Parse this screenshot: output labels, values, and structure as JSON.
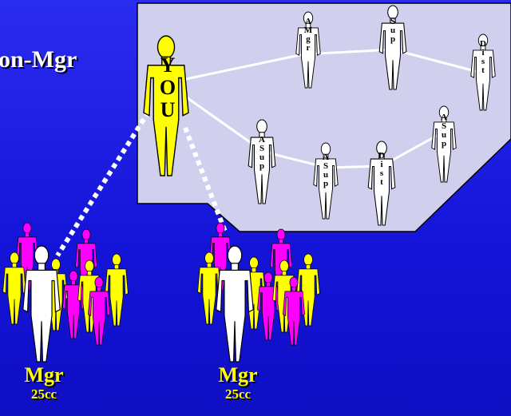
{
  "page": {
    "title": "on-Mgr"
  },
  "network": {
    "you": {
      "label": "YOU"
    },
    "nodes": [
      {
        "id": "amgr",
        "label": "A Mgr"
      },
      {
        "id": "sup1",
        "label": "Sup"
      },
      {
        "id": "dist1",
        "label": "Dist"
      },
      {
        "id": "asup2",
        "label": "A Sup"
      },
      {
        "id": "asup3",
        "label": "A Sup"
      },
      {
        "id": "asup4",
        "label": "A Sup"
      },
      {
        "id": "dist2",
        "label": "Dist"
      }
    ]
  },
  "groups": [
    {
      "title": "Mgr",
      "subtitle": "25cc"
    },
    {
      "title": "Mgr",
      "subtitle": "25cc"
    }
  ],
  "colors": {
    "background": "#1414d8",
    "panel": "#d0d0ee",
    "you_figure": "#ffff00",
    "magenta_figure": "#ff00ff",
    "white_figure": "#ffffff",
    "label_text": "#ffff00"
  }
}
